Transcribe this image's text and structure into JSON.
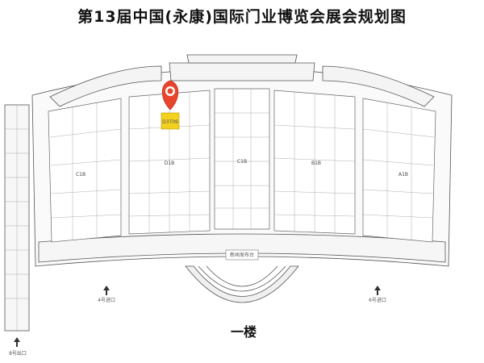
{
  "title": "第13届中国(永康)国际门业博览会展会规划图",
  "floor_label": "一楼",
  "halls": [
    "C1B",
    "D1B",
    "C1B",
    "B1B",
    "A1B"
  ],
  "marker": {
    "booth": "D3T09",
    "color": "#e8452c",
    "booth_fill": "#f3d21f"
  },
  "center_label": "新闻发布台",
  "entrances": [
    {
      "label": "4号进口"
    },
    {
      "label": "6号进口"
    },
    {
      "label": "8号出口"
    }
  ]
}
